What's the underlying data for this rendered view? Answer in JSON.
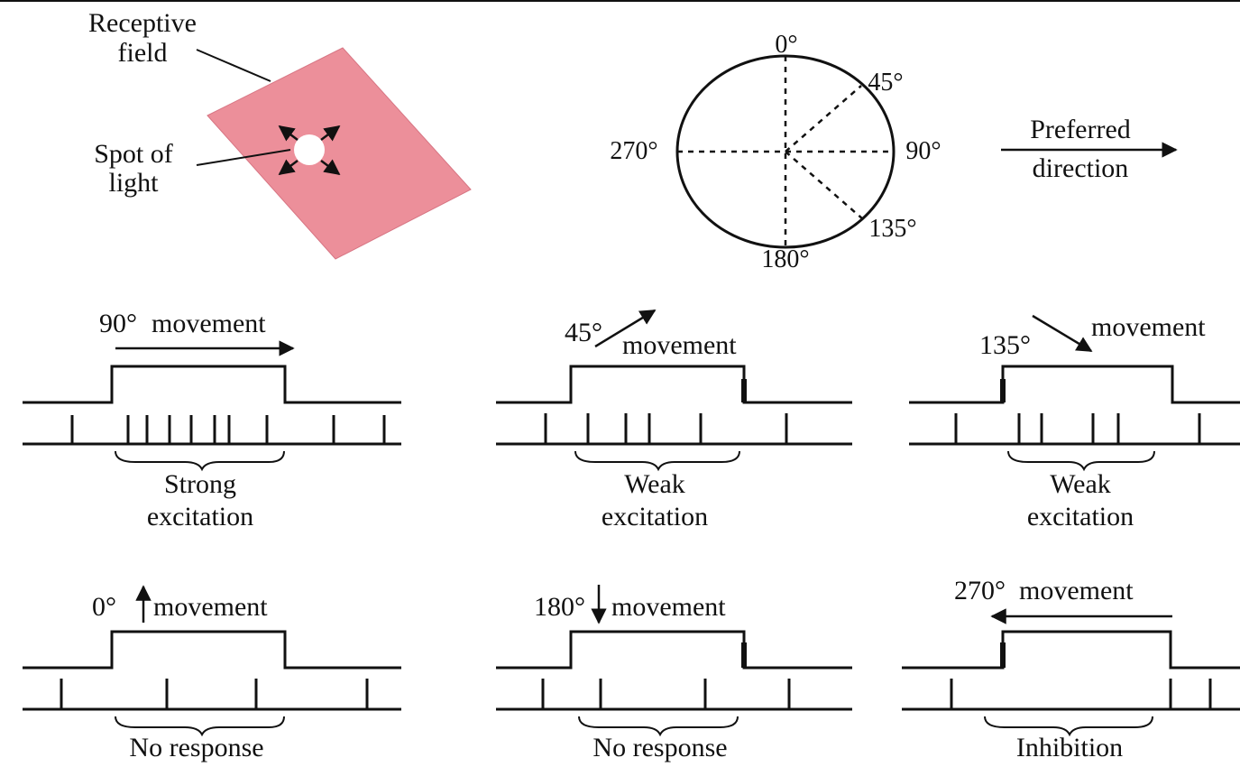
{
  "top_left": {
    "receptive_field_line1": "Receptive",
    "receptive_field_line2": "field",
    "spot_line1": "Spot of",
    "spot_line2": "light",
    "field_color": "#ec8f9a"
  },
  "compass": {
    "deg_0": "0°",
    "deg_45": "45°",
    "deg_90": "90°",
    "deg_135": "135°",
    "deg_180": "180°",
    "deg_270": "270°"
  },
  "preferred": {
    "line1": "Preferred",
    "line2": "direction"
  },
  "panels": [
    {
      "angle": "90°",
      "movement": "movement",
      "response_line1": "Strong",
      "response_line2": "excitation"
    },
    {
      "angle": "45°",
      "movement": "movement",
      "response_line1": "Weak",
      "response_line2": "excitation"
    },
    {
      "angle": "135°",
      "movement": "movement",
      "response_line1": "Weak",
      "response_line2": "excitation"
    },
    {
      "angle": "0°",
      "movement": "movement",
      "response_line1": "No response",
      "response_line2": ""
    },
    {
      "angle": "180°",
      "movement": "movement",
      "response_line1": "No response",
      "response_line2": ""
    },
    {
      "angle": "270°",
      "movement": "movement",
      "response_line1": "Inhibition",
      "response_line2": ""
    }
  ]
}
